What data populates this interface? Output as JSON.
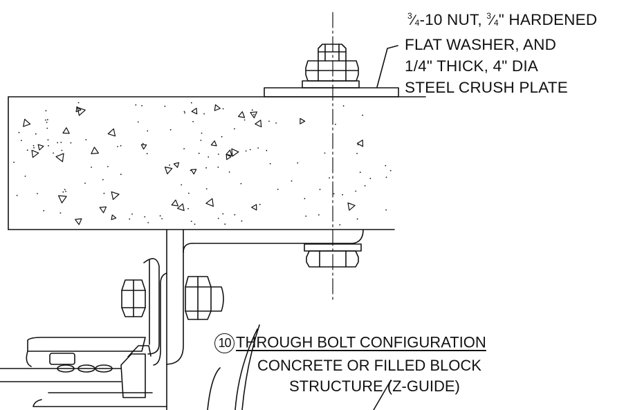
{
  "callout": {
    "frac_num": "3",
    "frac_den": "4",
    "nut_spec": "-10 NUT, ",
    "washer_spec": "\" HARDENED",
    "line2": "FLAT WASHER, AND",
    "line3": "1/4\" THICK, 4\" DIA",
    "line4": "STEEL CRUSH PLATE"
  },
  "title": {
    "number": "10",
    "heading": "THROUGH BOLT CONFIGURATION",
    "subtitle1": "CONCRETE OR FILLED BLOCK",
    "subtitle2": "STRUCTURE (Z-GUIDE)"
  }
}
